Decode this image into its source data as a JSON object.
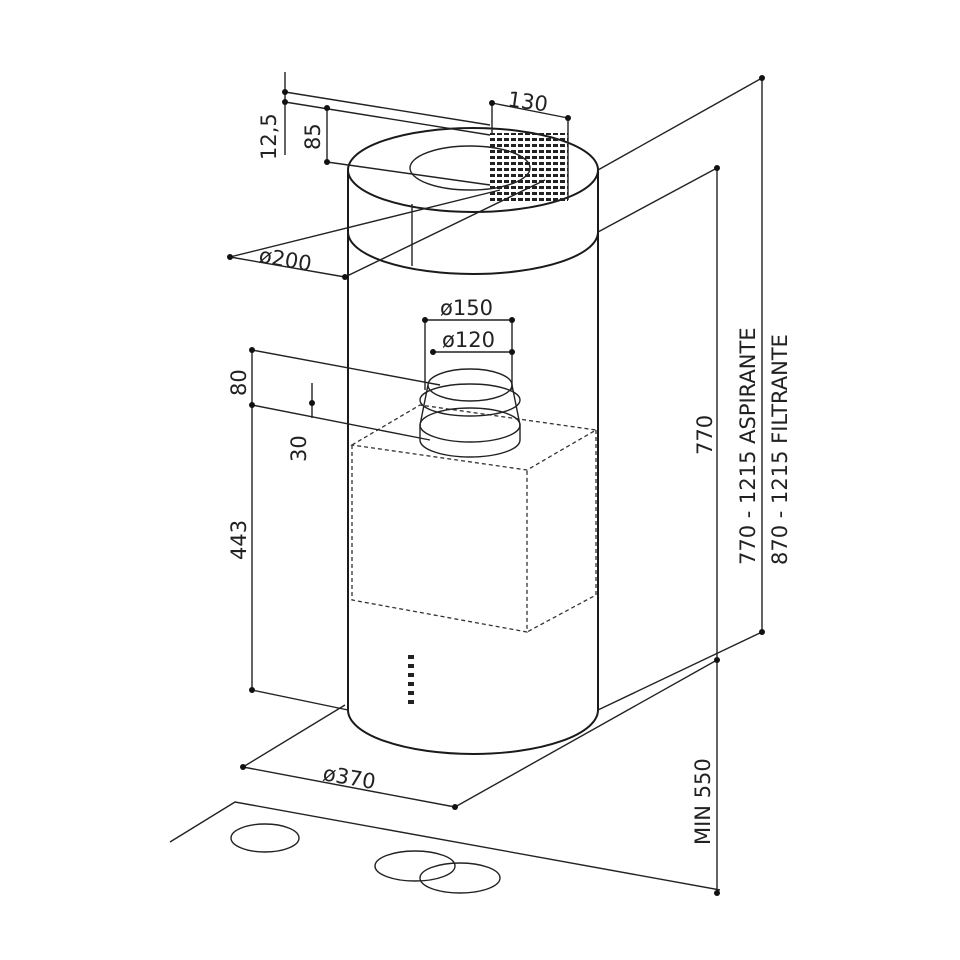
{
  "dimensions": {
    "grille_width": "130",
    "top_offset": "12,5",
    "collar_height": "85",
    "collar_diameter": "ø200",
    "outlet_outer_diameter": "ø150",
    "outlet_inner_diameter": "ø120",
    "spigot_height": "80",
    "spigot_offset": "30",
    "lower_height": "443",
    "body_diameter": "ø370",
    "body_height": "770",
    "aspirante_range": "770 - 1215 ASPIRANTE",
    "filtrante_range": "870 - 1215 FILTRANTE",
    "min_clearance": "MIN 550"
  }
}
